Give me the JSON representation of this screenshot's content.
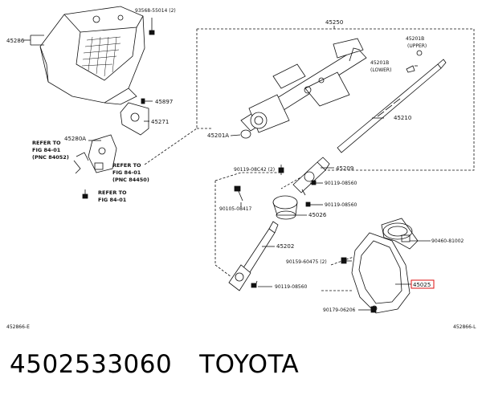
{
  "parts": {
    "p45286": "45286",
    "p93568": "93568-55014 (2)",
    "p45250": "45250",
    "p45201B": "45201B",
    "upper": "(UPPER)",
    "p45201B2": "45201B",
    "lower": "(LOWER)",
    "p45897": "45897",
    "p45271": "45271",
    "p45280A": "45280A",
    "p45201A": "45201A",
    "p45210": "45210",
    "p90119_08C42": "90119-08C42 (2)",
    "p45209": "45209",
    "p90119_08560a": "90119-08560",
    "p90105": "90105-08417",
    "p90119_08560b": "90119-08560",
    "p45026": "45026",
    "p45202": "45202",
    "p90460": "90460-81002",
    "p90159": "90159-60475 (2)",
    "p45025": "45025",
    "p90119_08560c": "90119-08560",
    "p90179": "90179-06206"
  },
  "refs": {
    "r1_a": "REFER TO",
    "r1_b": "FIG 84-01",
    "r1_c": "(PNC 84052)",
    "r2_a": "REFER TO",
    "r2_b": "FIG 84-01",
    "r2_c": "(PNC 84450)",
    "r3_a": "REFER TO",
    "r3_b": "FIG 84-01"
  },
  "codes": {
    "left": "452866-E",
    "right": "452866-L"
  },
  "caption": {
    "part_number": "4502533060",
    "brand": "TOYOTA"
  },
  "colors": {
    "line": "#111111",
    "highlight": "#dd1111"
  }
}
